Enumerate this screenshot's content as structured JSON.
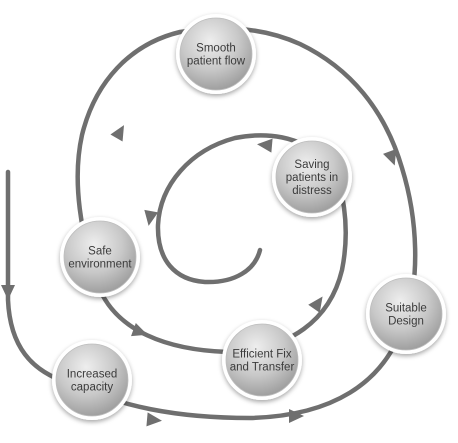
{
  "nodes": [
    {
      "id": "smooth-patient-flow",
      "lines": [
        "Smooth",
        "patient flow"
      ]
    },
    {
      "id": "saving-patients",
      "lines": [
        "Saving",
        "patients in",
        "distress"
      ]
    },
    {
      "id": "safe-environment",
      "lines": [
        "Safe",
        "environment"
      ]
    },
    {
      "id": "suitable-design",
      "lines": [
        "Suitable",
        "Design"
      ]
    },
    {
      "id": "efficient-fix",
      "lines": [
        "Efficient Fix",
        "and Transfer"
      ]
    },
    {
      "id": "increased-capacity",
      "lines": [
        "Increased",
        "capacity"
      ]
    }
  ],
  "colors": {
    "spiral": "#6f6f6f",
    "node_fill_light": "#e2e2e2",
    "node_fill_dark": "#a4a4a4",
    "node_ring": "#ffffff",
    "text": "#3b3b3b"
  }
}
